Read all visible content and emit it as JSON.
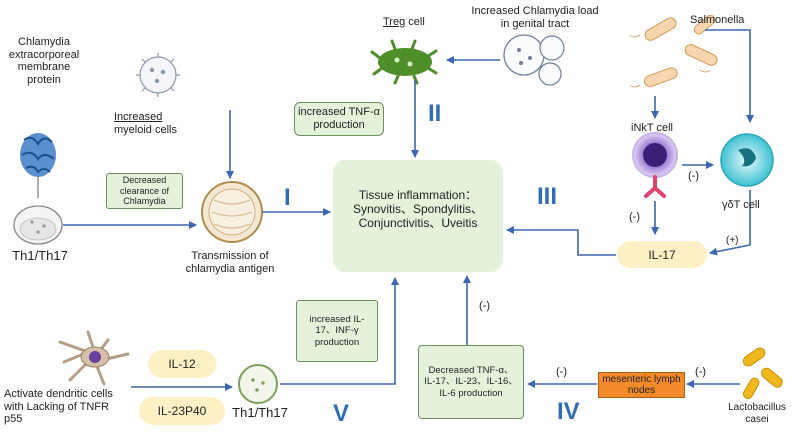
{
  "central": {
    "label": "Tissue inflammation：Synovitis、Spondylitis、Conjunctivitis、Uveitis"
  },
  "pathway_I": {
    "numeral": "I",
    "protein_label": "Chlamydia extracorporeal membrane protein",
    "th_label": "Th1/Th17",
    "myeloid_label_underlined": "Increased",
    "myeloid_label_rest": "myeloid cells",
    "clearance_box": "Decreased clearance of Chlamydia",
    "transmission_label": "Transmission of chlamydia antigen"
  },
  "pathway_II": {
    "numeral": "II",
    "treg_label_underlined": "Treg",
    "treg_label_rest": " cell",
    "chlamydia_load_label": "Increased Chlamydia load in genital tract",
    "tnf_box": "increased TNF-α production"
  },
  "pathway_III": {
    "numeral": "III",
    "salmonella_label": "Salmonella",
    "inkt_label": "iNkT cell",
    "gdt_label": "γδT cell",
    "il17_label": "IL-17",
    "minus_1": "(-)",
    "minus_2": "(-)",
    "plus": "(+)"
  },
  "pathway_IV": {
    "numeral": "IV",
    "cytokine_box": "Decreased TNF-α、IL-17、IL-23、IL-16、IL-6 production",
    "mesenteric_label": "mesenteric lymph nodes",
    "lacto_label": "Lactobacillus casei",
    "minus_a": "(-)",
    "minus_b": "(-)",
    "minus_c": "(-)"
  },
  "pathway_V": {
    "numeral": "V",
    "dendritic_label": "Activate dendritic cells with Lacking of TNFR p55",
    "il12_label": "IL-12",
    "il23_label": "IL-23P40",
    "th_label": "Th1/Th17",
    "il17_box": "increased IL-17、INF-γ production"
  },
  "colors": {
    "arrow": "#3b66b0",
    "box_fill": "#e4f2dc",
    "box_border": "#6d8f5c",
    "pill_fill": "#fdf0c4",
    "roman": "#2f6db5",
    "mesenteric_fill": "#f28a2a"
  }
}
